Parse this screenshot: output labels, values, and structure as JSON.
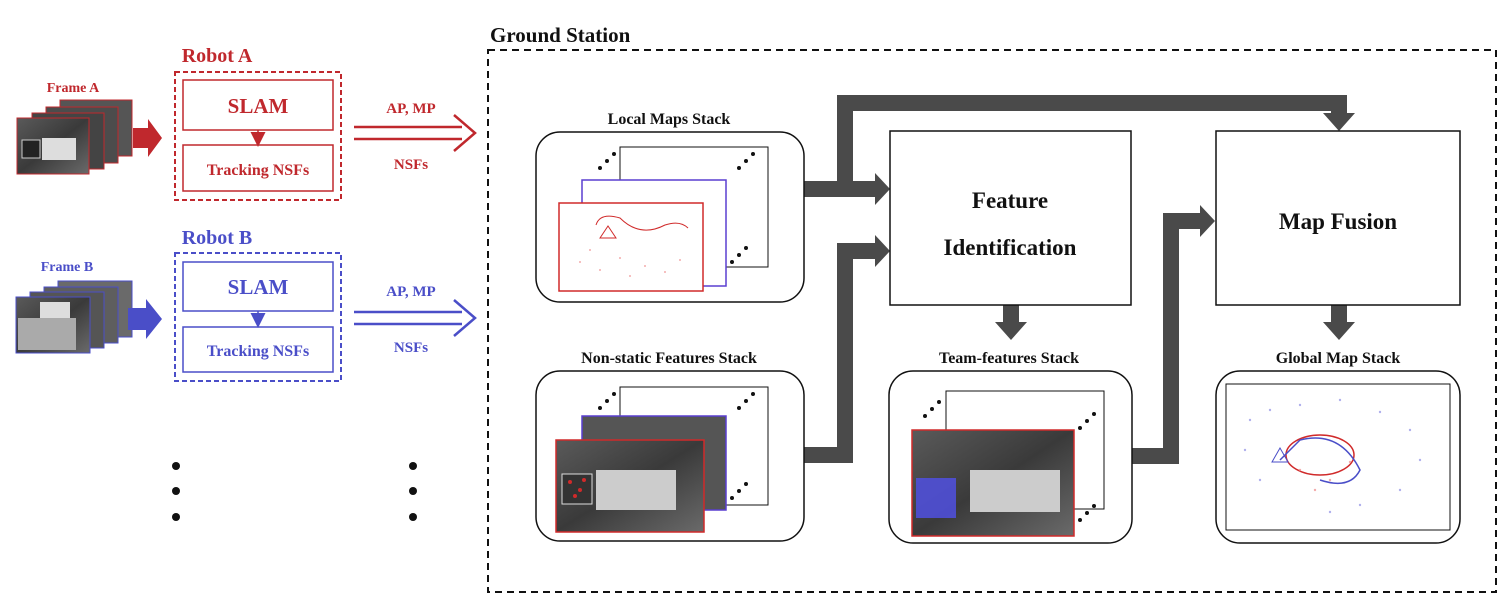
{
  "colors": {
    "robot_a": "#c0282d",
    "robot_b": "#4a4ec8",
    "dark_arrow": "#4a4a4a",
    "black": "#111111"
  },
  "robot_a": {
    "title": "Robot A",
    "frame_label": "Frame A",
    "slam": "SLAM",
    "tracking": "Tracking NSFs",
    "out_top": "AP, MP",
    "out_bottom": "NSFs"
  },
  "robot_b": {
    "title": "Robot B",
    "frame_label": "Frame B",
    "slam": "SLAM",
    "tracking": "Tracking NSFs",
    "out_top": "AP, MP",
    "out_bottom": "NSFs"
  },
  "ground_station": {
    "title": "Ground Station",
    "local_maps": "Local Maps Stack",
    "nonstatic": "Non-static Features Stack",
    "feature_id_line1": "Feature",
    "feature_id_line2": "Identification",
    "team_features": "Team-features Stack",
    "map_fusion": "Map Fusion",
    "global_map": "Global Map Stack"
  }
}
